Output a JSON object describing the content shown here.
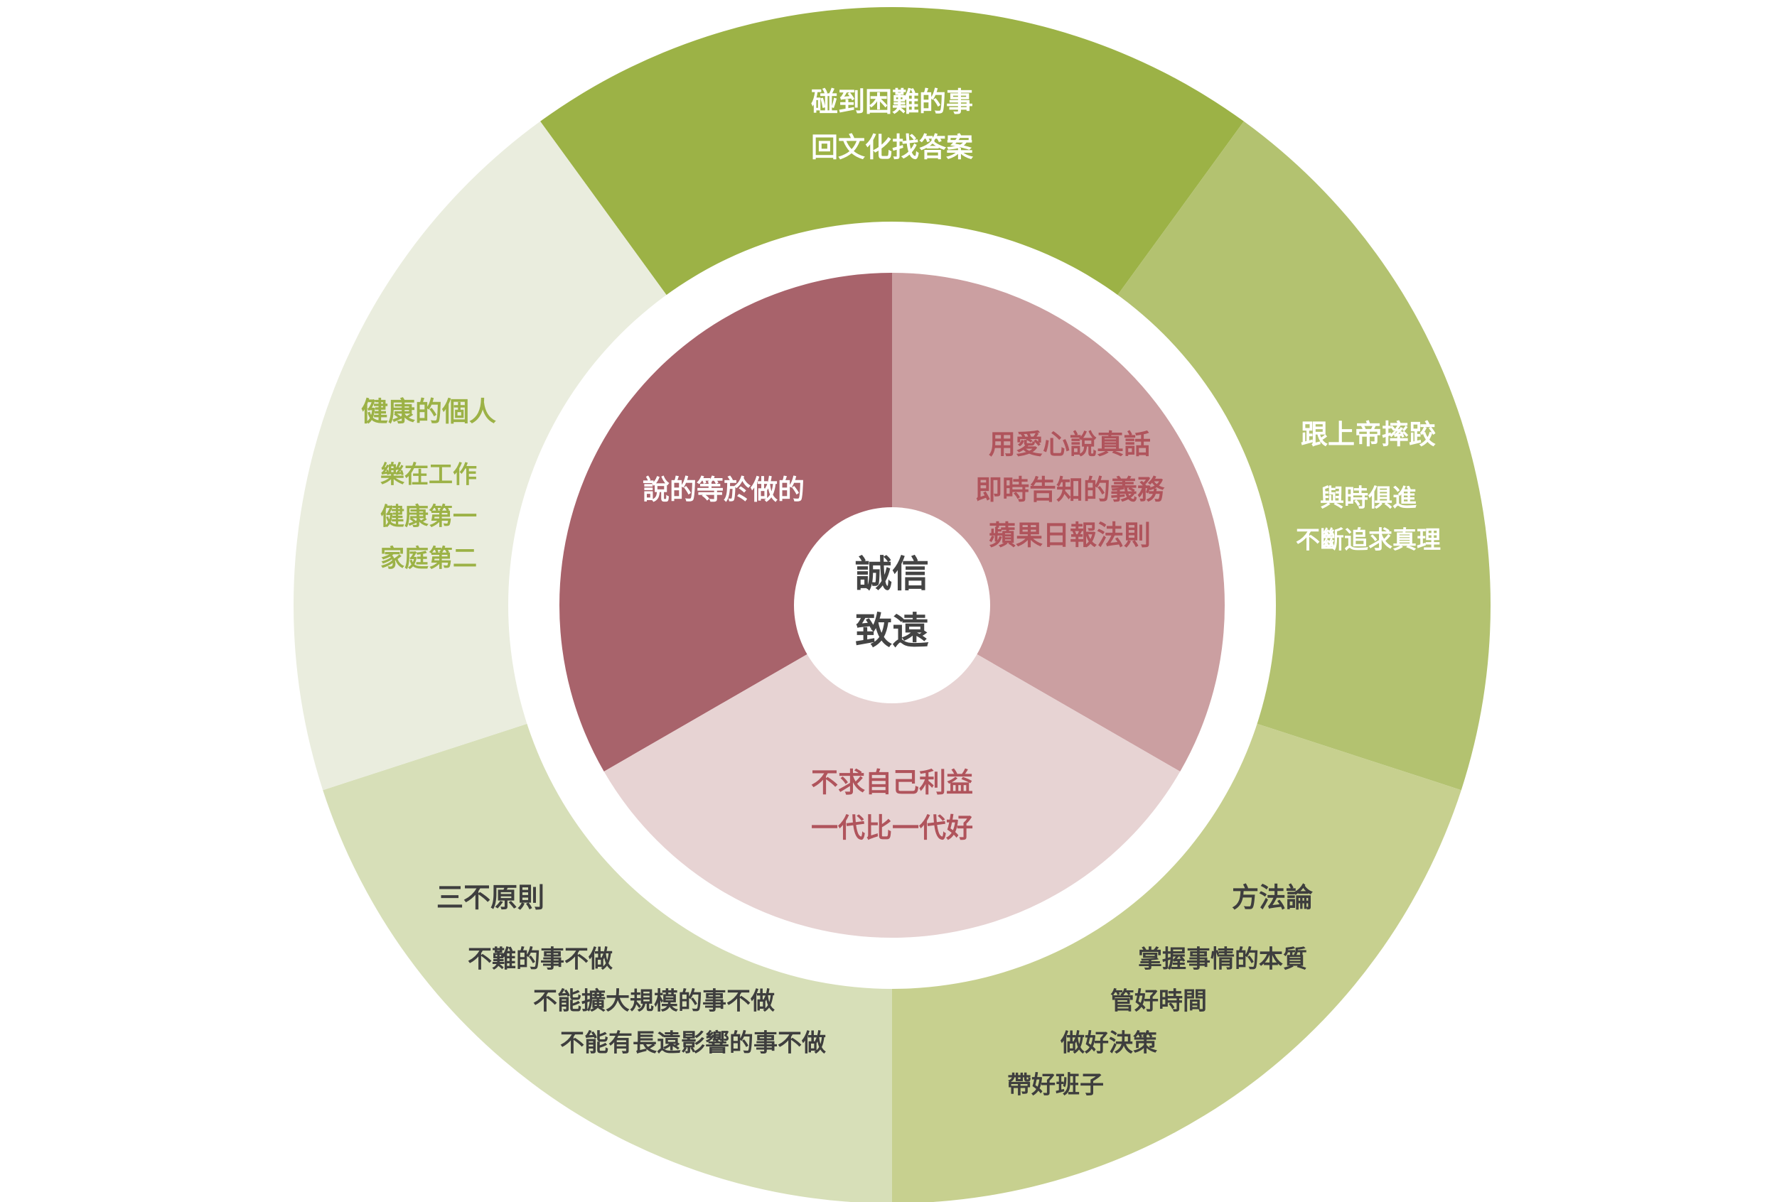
{
  "center": {
    "line1": "誠信",
    "line2": "致遠"
  },
  "inner": [
    {
      "id": "left",
      "lines": [
        "說的等於做的"
      ],
      "fill": "#a8636b",
      "text_color": "#ffffff"
    },
    {
      "id": "right",
      "lines": [
        "用愛心說真話",
        "即時告知的義務",
        "蘋果日報法則"
      ],
      "fill": "#cb9fa1",
      "text_color": "#b0545c"
    },
    {
      "id": "bottom",
      "lines": [
        "不求自己利益",
        "一代比一代好"
      ],
      "fill": "#e7d3d3",
      "text_color": "#b0545c"
    }
  ],
  "outer": [
    {
      "id": "top",
      "title": "碰到困難的事",
      "items": [
        "回文化找答案"
      ],
      "fill": "#9cb246",
      "text_color": "#ffffff"
    },
    {
      "id": "right",
      "title": "跟上帝摔跤",
      "items": [
        "與時俱進",
        "不斷追求真理"
      ],
      "fill": "#b3c270",
      "text_color": "#ffffff"
    },
    {
      "id": "bottom-right",
      "title": "方法論",
      "items": [
        "掌握事情的本質",
        "管好時間",
        "做好決策",
        "帶好班子"
      ],
      "fill": "#c7d08f",
      "text_color": "#3e3e3e"
    },
    {
      "id": "bottom-left",
      "title": "三不原則",
      "items": [
        "不難的事不做",
        "不能擴大規模的事不做",
        "不能有長遠影響的事不做"
      ],
      "fill": "#d7dfb8",
      "text_color": "#3e3e3e"
    },
    {
      "id": "left",
      "title": "健康的個人",
      "items": [
        "樂在工作",
        "健康第一",
        "家庭第二"
      ],
      "fill": "#eaedde",
      "text_color": "#9cb246"
    }
  ],
  "colors": {
    "background": "#ffffff",
    "ring_gap": "#ffffff",
    "center_text": "#444444"
  }
}
